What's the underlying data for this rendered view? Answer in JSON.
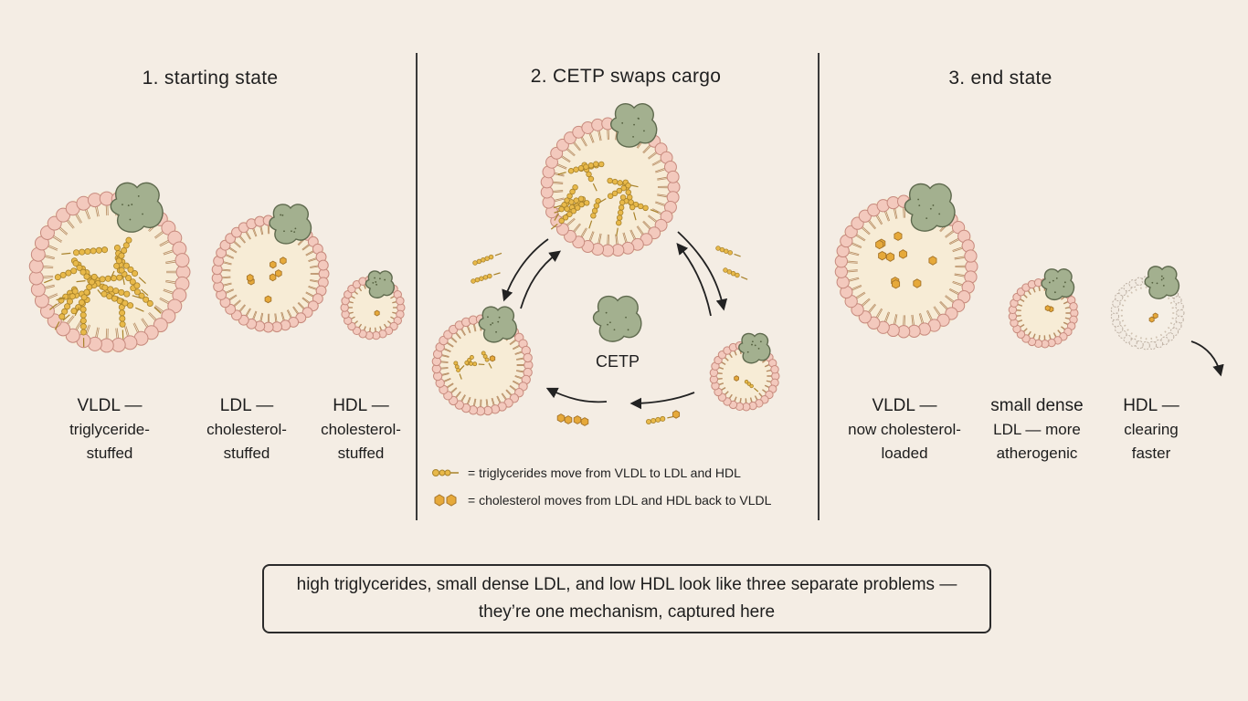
{
  "panels": [
    {
      "title": "1.  starting state",
      "captions": [
        {
          "head": "VLDL —",
          "lines": [
            "triglyceride-",
            "stuffed"
          ]
        },
        {
          "head": "LDL —",
          "lines": [
            "cholesterol-",
            "stuffed"
          ]
        },
        {
          "head": "HDL —",
          "lines": [
            "cholesterol-",
            "stuffed"
          ]
        }
      ]
    },
    {
      "title": "2.  CETP swaps cargo",
      "center_label": "CETP"
    },
    {
      "title": "3.  end state",
      "captions": [
        {
          "head": "VLDL —",
          "lines": [
            "now cholesterol-",
            "loaded"
          ]
        },
        {
          "head": "small dense",
          "lines": [
            "LDL — more",
            "atherogenic"
          ]
        },
        {
          "head": "HDL —",
          "lines": [
            "clearing",
            "faster"
          ]
        }
      ]
    }
  ],
  "legend": [
    {
      "icon": "triglyceride-chain-icon",
      "text": "= triglycerides move from VLDL to LDL and HDL"
    },
    {
      "icon": "cholesterol-ring-icon",
      "text": "= cholesterol moves from LDL and HDL back to VLDL"
    }
  ],
  "summary": {
    "line1": "high triglycerides, small dense LDL, and low HDL look like three separate problems —",
    "line2": "they’re one mechanism, captured here"
  },
  "colors": {
    "background": "#f4ede4",
    "phospholipid_head": "#f3c9bd",
    "phospholipid_outline": "#c78a7e",
    "apoprotein": "#a3b08f",
    "triglyceride": "#e8b94a",
    "cholesterol": "#e6a93a"
  }
}
